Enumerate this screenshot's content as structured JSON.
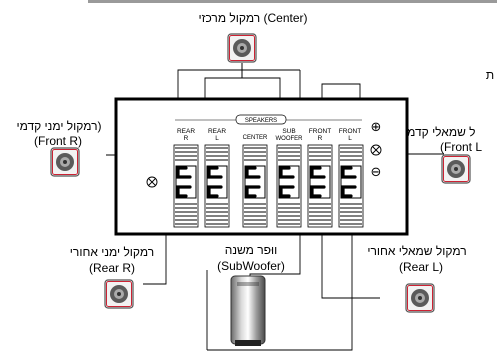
{
  "labels": {
    "center_he": "רמקול מרכזי (Center)",
    "front_r_he": "רמקול ימני קדמי)",
    "front_r_en": "(Front R)",
    "front_l_he": "ל שמאלי קדמי",
    "front_l_en": "(Front L",
    "rear_r_he": "רמקול ימני אחורי",
    "rear_r_en": "(Rear R)",
    "rear_l_he": "רמקול שמאלי אחורי",
    "rear_l_en": "(Rear L)",
    "sub_he": "ווּפר משנה",
    "sub_en": "(SubWoofer)",
    "edge_char": "ת"
  },
  "panel": {
    "header": "SPEAKERS",
    "channels": [
      {
        "top": "REAR",
        "bottom": "R"
      },
      {
        "top": "REAR",
        "bottom": "L"
      },
      {
        "top": "CENTER",
        "bottom": ""
      },
      {
        "top": "SUB",
        "bottom": "WOOFER"
      },
      {
        "top": "FRONT",
        "bottom": "R"
      },
      {
        "top": "FRONT",
        "bottom": "L"
      }
    ],
    "plus": "⊕",
    "minus": "⊖"
  },
  "icons": [
    "speaker-icon",
    "subwoofer-icon",
    "screw-icon"
  ]
}
